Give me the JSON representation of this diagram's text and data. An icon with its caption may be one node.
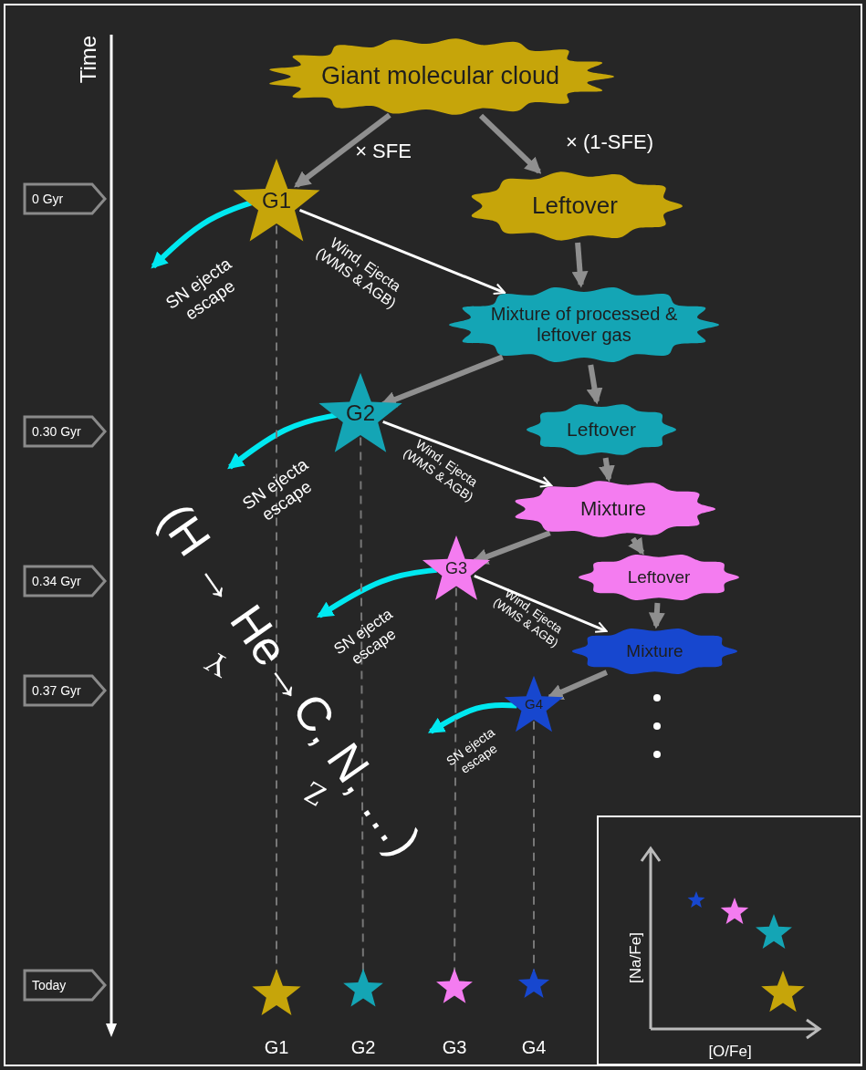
{
  "diagram": {
    "nodes": [
      {
        "text": [
          "Giant molecular cloud"
        ]
      },
      {
        "text": [
          "G1"
        ]
      },
      {
        "text": [
          "Leftover"
        ]
      },
      {
        "text": [
          "Mixture of processed & leftover gas"
        ]
      },
      {
        "text": [
          "G2"
        ]
      },
      {
        "text": [
          "Leftover"
        ]
      },
      {
        "text": [
          "Mixture"
        ]
      },
      {
        "text": [
          "G3"
        ]
      },
      {
        "text": [
          "Leftover"
        ]
      },
      {
        "text": [
          "Mixture"
        ]
      },
      {
        "text": [
          "G4"
        ]
      },
      {
        "text": [
          "SN ejecta escape"
        ]
      },
      {
        "text": [
          "SN ejecta escape"
        ]
      },
      {
        "text": [
          "SN ejecta escape"
        ]
      },
      {
        "text": [
          "SN ejecta escape"
        ]
      },
      {
        "text": [
          "G1"
        ]
      },
      {
        "text": [
          "G2"
        ]
      },
      {
        "text": [
          "G3"
        ]
      },
      {
        "text": [
          "G4"
        ]
      },
      {
        "text": [
          "0 Gyr"
        ]
      },
      {
        "text": [
          "0.30 Gyr"
        ]
      },
      {
        "text": [
          "0.34 Gyr"
        ]
      },
      {
        "text": [
          "0.37 Gyr"
        ]
      },
      {
        "text": [
          "Today"
        ]
      }
    ],
    "edges": [
      {
        "from": 0,
        "to": 1,
        "arrow": "to",
        "label": "× SFE"
      },
      {
        "from": 0,
        "to": 2,
        "arrow": "to",
        "label": "× (1-SFE)"
      },
      {
        "from": 2,
        "to": 3,
        "arrow": "to"
      },
      {
        "from": 1,
        "to": 3,
        "arrow": "to",
        "label": "Wind, Ejecta (WMS & AGB)",
        "color": "#ffffff"
      },
      {
        "from": 3,
        "to": 4,
        "arrow": "to"
      },
      {
        "from": 3,
        "to": 5,
        "arrow": "to"
      },
      {
        "from": 4,
        "to": 6,
        "arrow": "to",
        "label": "Wind, Ejecta (WMS & AGB)",
        "color": "#ffffff"
      },
      {
        "from": 5,
        "to": 6,
        "arrow": "to"
      },
      {
        "from": 6,
        "to": 7,
        "arrow": "to"
      },
      {
        "from": 6,
        "to": 8,
        "arrow": "to"
      },
      {
        "from": 7,
        "to": 9,
        "arrow": "to",
        "label": "Wind, Ejecta (WMS & AGB)",
        "color": "#ffffff"
      },
      {
        "from": 8,
        "to": 9,
        "arrow": "to"
      },
      {
        "from": 9,
        "to": 10,
        "arrow": "to"
      },
      {
        "from": 1,
        "to": 11,
        "arrow": "to",
        "color": "#00e8f0"
      },
      {
        "from": 4,
        "to": 12,
        "arrow": "to",
        "color": "#00e8f0"
      },
      {
        "from": 7,
        "to": 13,
        "arrow": "to",
        "color": "#00e8f0"
      },
      {
        "from": 10,
        "to": 14,
        "arrow": "to",
        "color": "#00e8f0"
      },
      {
        "from": 1,
        "to": 15,
        "arrow": "none",
        "style": "dashed",
        "color": "#777777"
      },
      {
        "from": 4,
        "to": 16,
        "arrow": "none",
        "style": "dashed",
        "color": "#777777"
      },
      {
        "from": 7,
        "to": 17,
        "arrow": "none",
        "style": "dashed",
        "color": "#777777"
      },
      {
        "from": 10,
        "to": 18,
        "arrow": "none",
        "style": "dashed",
        "color": "#777777"
      }
    ],
    "labels": [
      "Time",
      "(H → He→C, N, …)",
      "Y",
      "Z",
      "[Na/Fe]",
      "[O/Fe]"
    ]
  }
}
